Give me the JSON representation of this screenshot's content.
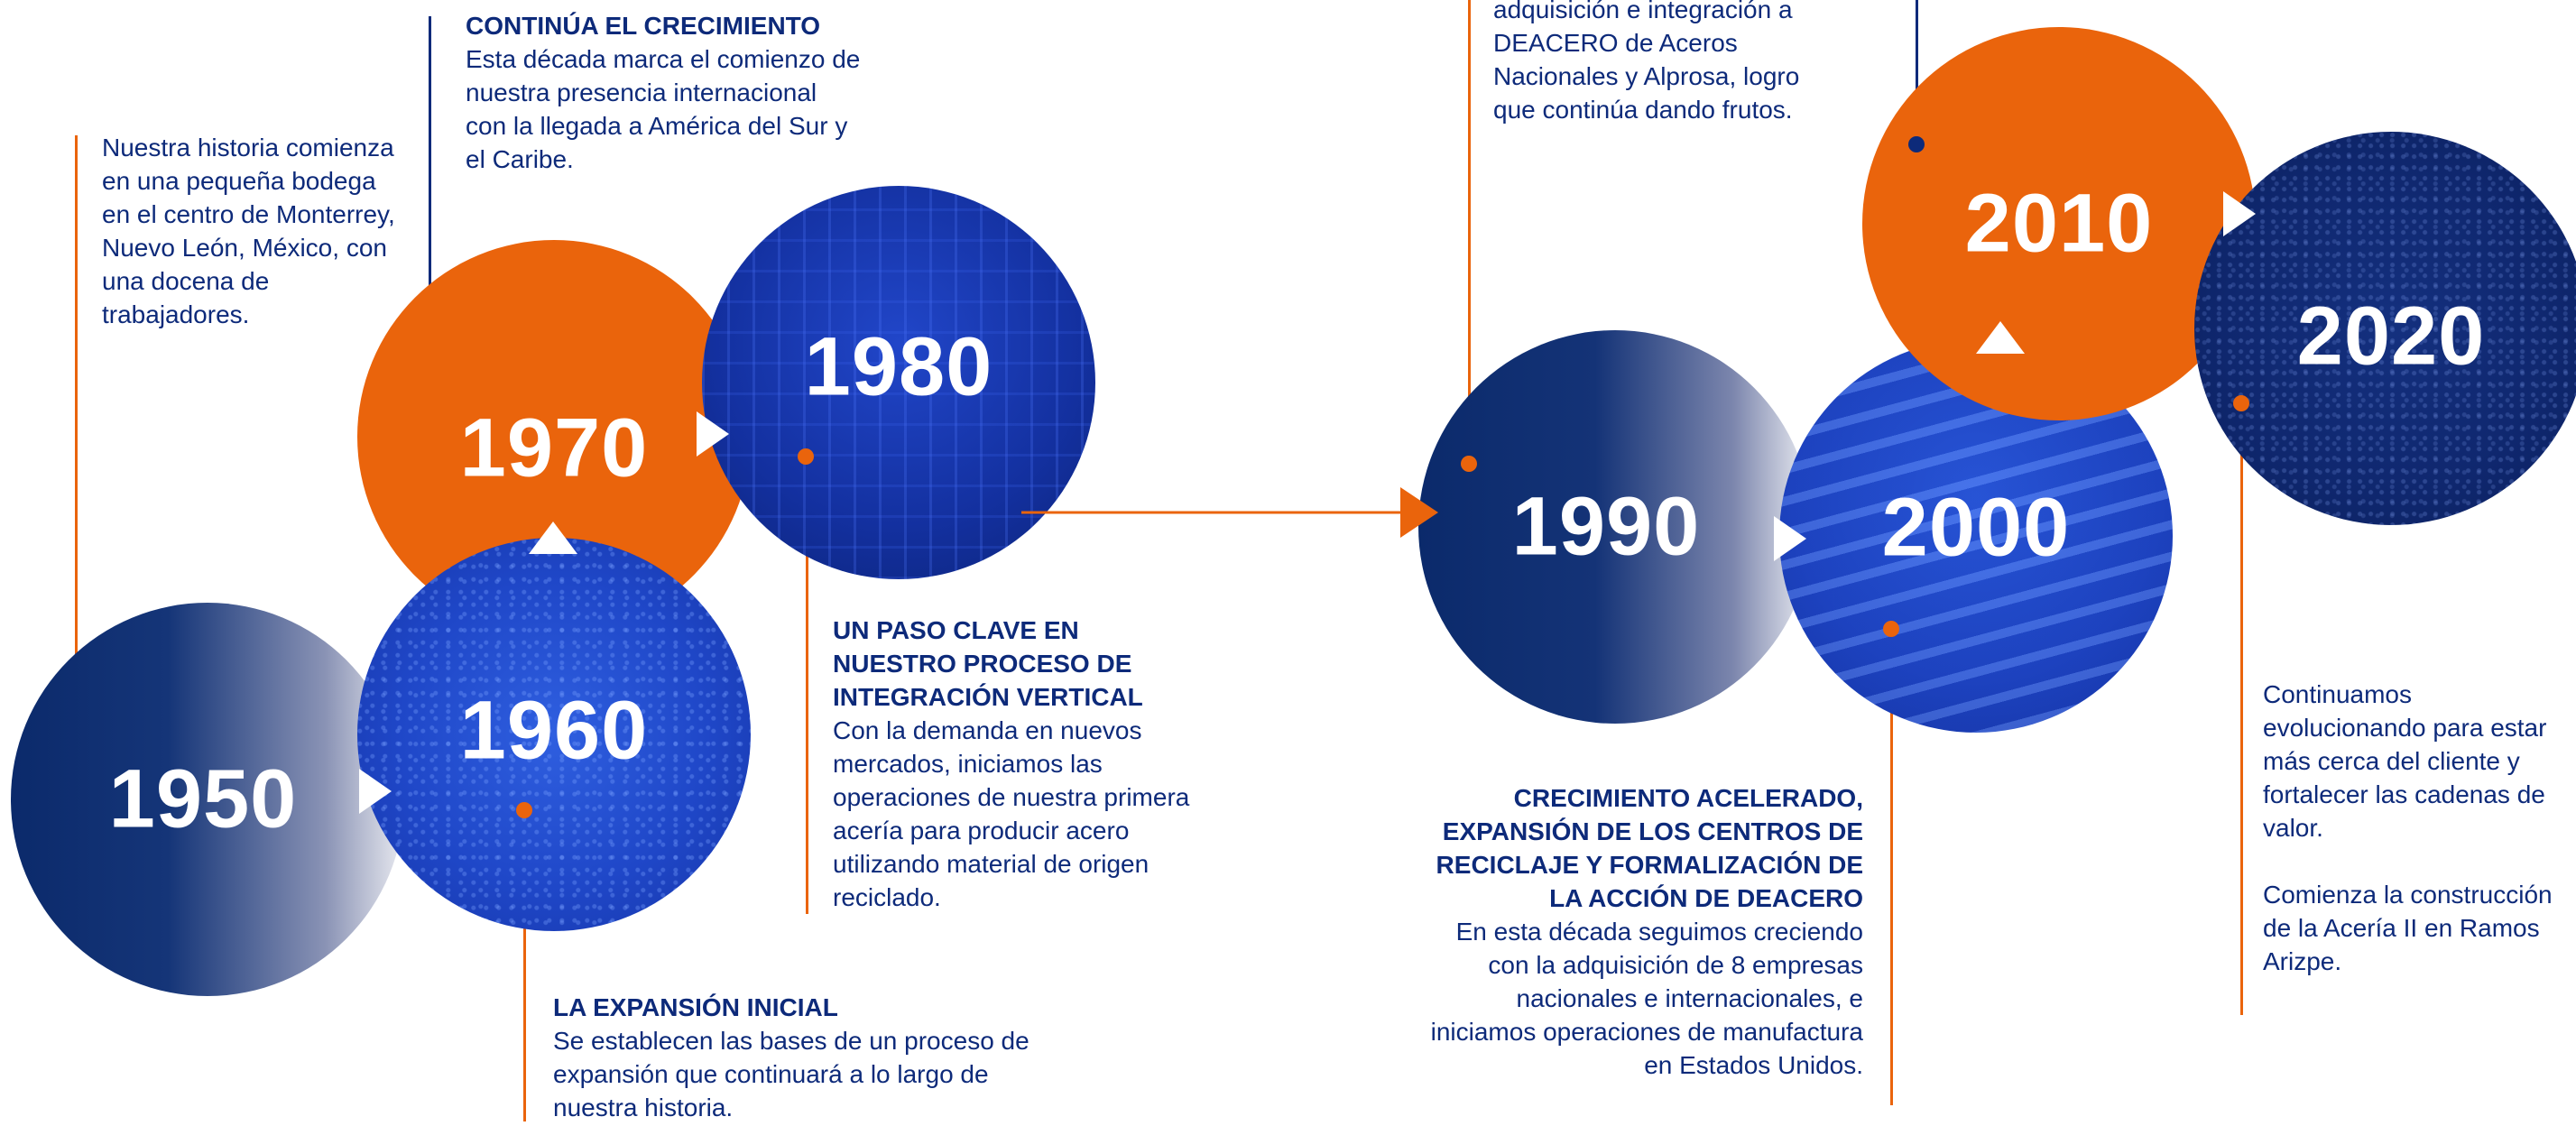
{
  "colors": {
    "orange": "#ea640c",
    "navy": "#0d2a7a",
    "blue": "#1f46c4",
    "white": "#ffffff"
  },
  "milestones": [
    {
      "year": "1950"
    },
    {
      "year": "1960"
    },
    {
      "year": "1970"
    },
    {
      "year": "1980"
    },
    {
      "year": "1990"
    },
    {
      "year": "2000"
    },
    {
      "year": "2010"
    },
    {
      "year": "2020"
    }
  ],
  "texts": {
    "t1950": {
      "body": "Nuestra historia comienza en una pequeña bodega en el centro de Monterrey, Nuevo León, México, con una docena de trabajadores."
    },
    "t1960": {
      "title": "LA EXPANSIÓN INICIAL",
      "body": "Se establecen las bases de un proceso de expansión que continuará a lo largo de nuestra historia."
    },
    "t1970": {
      "title": "CONTINÚA EL CRECIMIENTO",
      "body": "Esta década marca el comienzo de nuestra presencia internacional con la llegada a América del Sur y el Caribe."
    },
    "t1980": {
      "title": "UN PASO CLAVE EN NUESTRO PROCESO DE INTEGRACIÓN VERTICAL",
      "body": "Con la demanda en nuevos mercados, iniciamos las operaciones de nuestra primera acería para producir acero utilizando material de origen reciclado."
    },
    "t1990": {
      "body": "adquisición e integración a DEACERO de Aceros Nacionales y Alprosa, logro que continúa dando frutos."
    },
    "t2000": {
      "title": "CRECIMIENTO ACELERADO, EXPANSIÓN DE LOS CENTROS DE RECICLAJE Y FORMALIZACIÓN DE LA ACCIÓN DE DEACERO",
      "body": "En esta década seguimos creciendo con la adquisición de 8 empresas nacionales e internacionales, e iniciamos operaciones de manufactura en Estados Unidos."
    },
    "t2020": {
      "body1": "Continuamos evolucionando para estar más cerca del cliente y fortalecer las cadenas de valor.",
      "body2": "Comienza la construcción de la Acería II en Ramos Arizpe."
    }
  }
}
